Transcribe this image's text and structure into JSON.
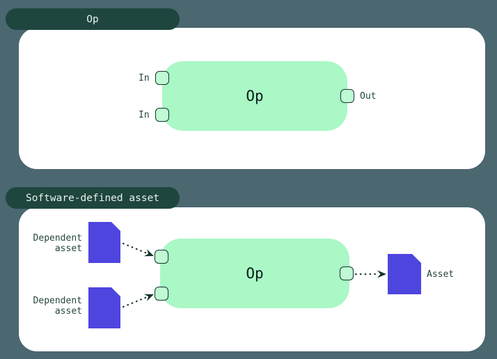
{
  "sections": {
    "op": {
      "tab_label": "Op",
      "node_label": "Op",
      "input_labels": [
        "In",
        "In"
      ],
      "output_label": "Out"
    },
    "sda": {
      "tab_label": "Software-defined asset",
      "node_label": "Op",
      "dependent_assets": [
        {
          "line1": "Dependent",
          "line2": "asset"
        },
        {
          "line1": "Dependent",
          "line2": "asset"
        }
      ],
      "output_asset_label": "Asset"
    }
  },
  "icons": {
    "dependent_asset_icon": "purple document shape with folded corner",
    "asset_icon": "purple document shape with folded corner",
    "connector": "dotted-arrow"
  },
  "colors": {
    "background": "#4B6770",
    "panel": "#FFFFFF",
    "tab_background": "#1E463E",
    "tab_text": "#E9F1EC",
    "op_node_green": "#A9F8C5",
    "handle_fill": "#BFFAD4",
    "handle_border": "#14332B",
    "label_text": "#25453D",
    "asset_purple": "#4E45DF",
    "connector": "#14332B"
  }
}
